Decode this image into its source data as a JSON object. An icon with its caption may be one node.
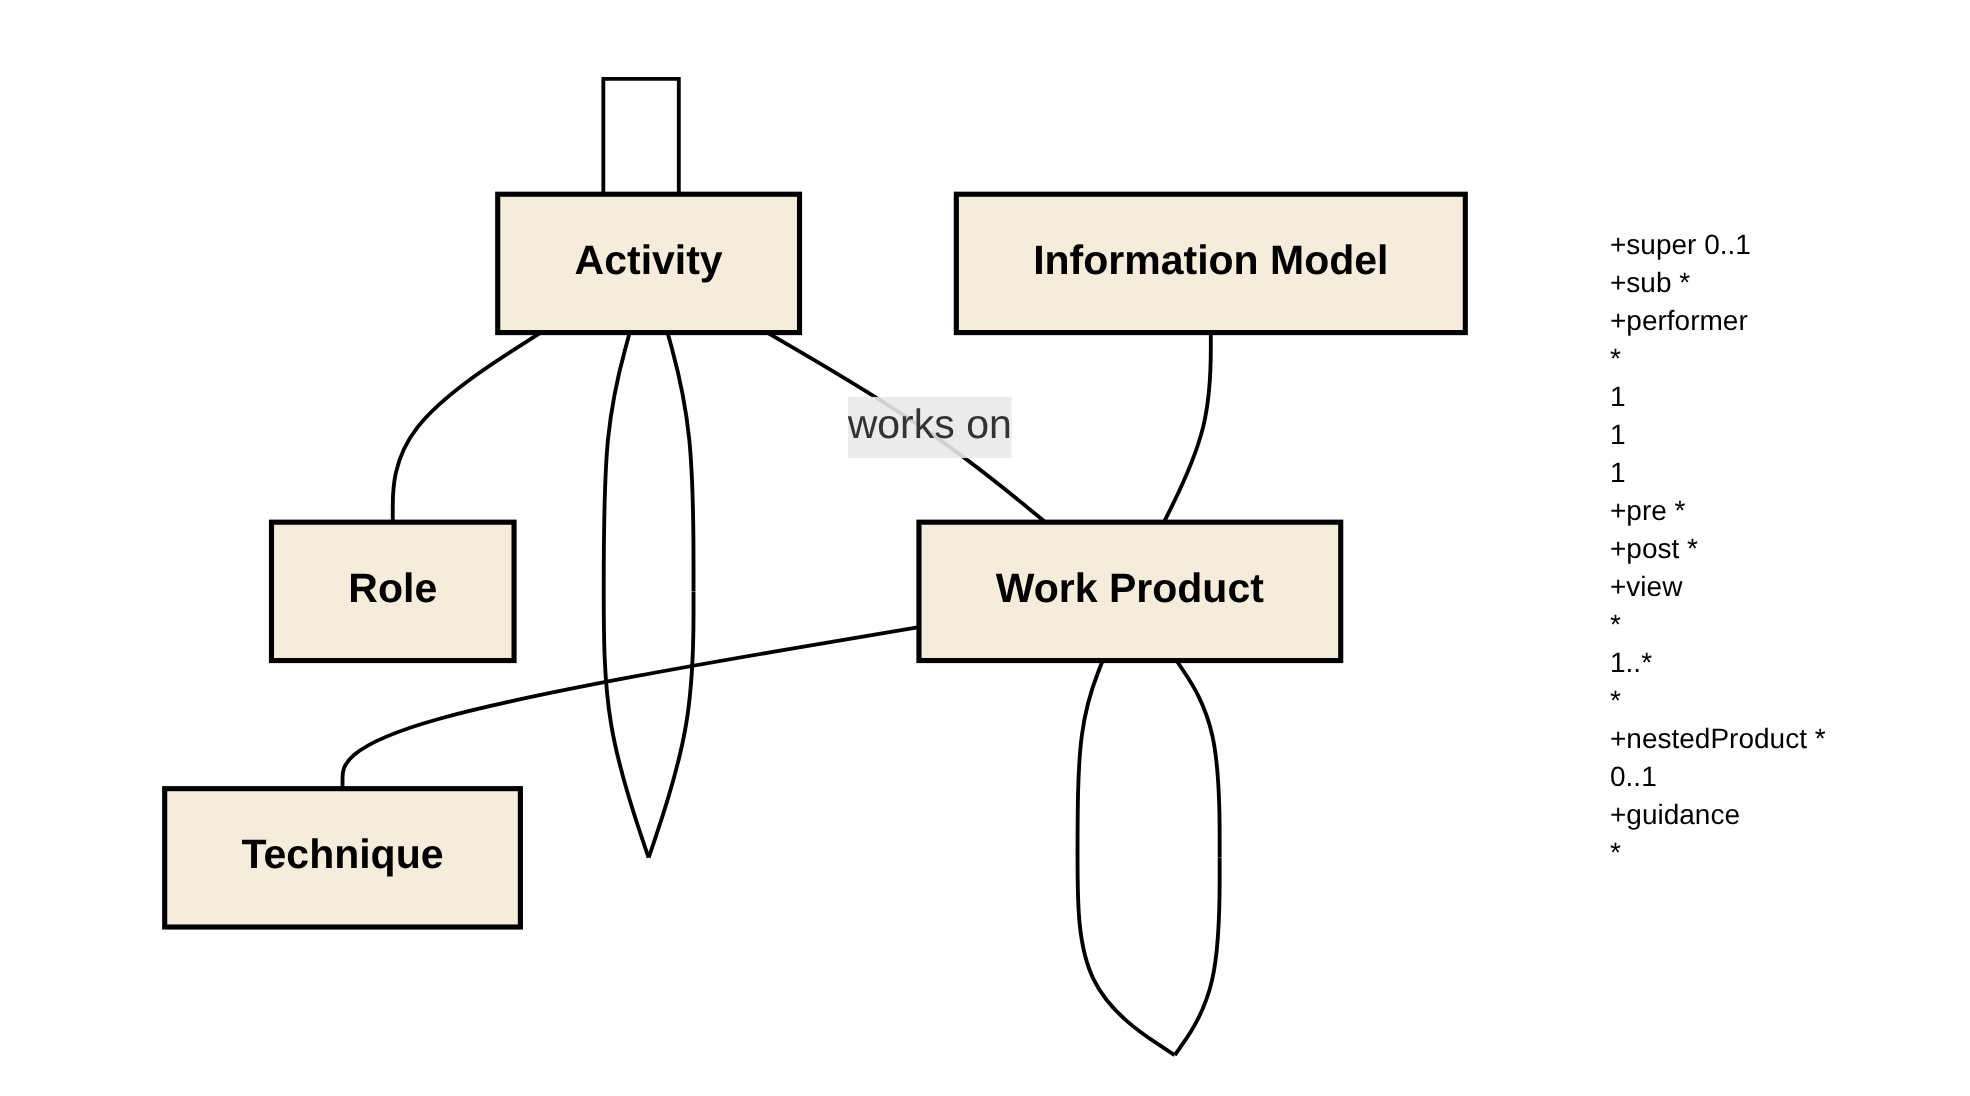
{
  "diagram": {
    "nodes": [
      {
        "text": [
          "Information Model"
        ]
      },
      {
        "text": [
          "Activity"
        ]
      },
      {
        "text": [
          "Role"
        ]
      },
      {
        "text": [
          "Work Product"
        ]
      },
      {
        "text": [
          "Technique"
        ]
      }
    ],
    "edges": [
      {
        "from": 0,
        "to": 3,
        "arrow": "none"
      },
      {
        "from": 1,
        "to": 1,
        "arrow": "none"
      },
      {
        "from": 1,
        "to": 2,
        "arrow": "none"
      },
      {
        "from": 1,
        "to": 1,
        "arrow": "none"
      },
      {
        "from": 1,
        "to": 3,
        "arrow": "none",
        "label": "works on"
      },
      {
        "from": 3,
        "to": 3,
        "arrow": "none"
      },
      {
        "from": 3,
        "to": 4,
        "arrow": "none"
      }
    ],
    "labels": [
      "+super 0..1",
      "+sub *",
      "+performer",
      "*",
      "1",
      "1",
      "1",
      "+pre *",
      "+post *",
      "+view",
      "*",
      "1..*",
      "*",
      "+nestedProduct *",
      "0..1",
      "+guidance",
      "*"
    ]
  }
}
